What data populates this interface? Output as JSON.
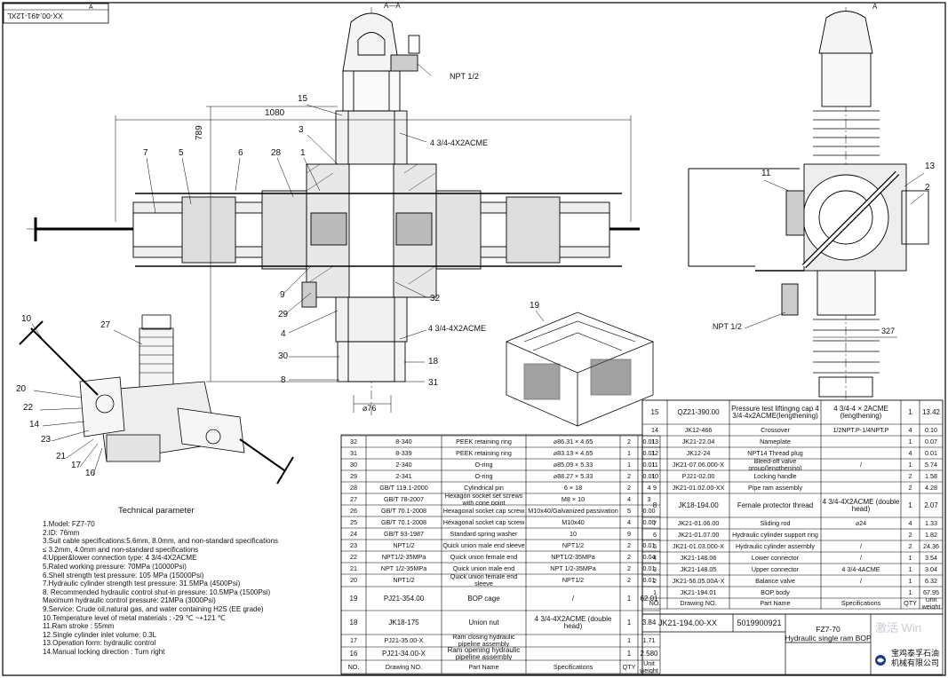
{
  "frame": {
    "corner_label": "XX-00.491-12XL",
    "corner_letter": "A"
  },
  "section_label": "A—A",
  "section_label_side": "A",
  "dimensions": {
    "width": "1080",
    "height": "789",
    "bore": "⌀76",
    "side_width": "327"
  },
  "callouts": {
    "npt_top": "NPT 1/2",
    "acme_top": "4 3/4-4X2ACME",
    "acme_bottom": "4 3/4-4X2ACME",
    "npt_side": "NPT 1/2",
    "balloons_left": [
      "15",
      "3",
      "28",
      "1",
      "7",
      "5",
      "6",
      "9",
      "29",
      "4",
      "30",
      "8",
      "32",
      "18",
      "31"
    ],
    "balloons_right": [
      "11",
      "13",
      "2"
    ],
    "balloon_cage": "19",
    "balloons_iso": [
      "10",
      "27",
      "20",
      "22",
      "14",
      "23",
      "21",
      "17",
      "16"
    ]
  },
  "technical": {
    "title": "Technical parameter",
    "lines": [
      "1.Model: FZ7-70",
      "2.ID: 76mm",
      "3.Suit cable specifications:5.6mm, 8.0mm, and non-standard specifications",
      "                         ≤ 3.2mm, 4.0mm and non-standard specifications",
      "4.Upper&lower connection type: 4 3/4-4X2ACME",
      "5.Rated working pressure: 70MPa (10000Psi)",
      "6.Shell strength test pressure: 105 MPa (15000Psi)",
      "7.Hydraulic cylinder strength test pressure: 31.5MPa (4500Psi)",
      "8. Recommended hydraulic control shut-in pressure: 10.5MPa (1500Psi)",
      "    Maximum hydraulic control pressure: 21MPa (3000Psi)",
      "9.Service: Crude oil,natural gas, and water containing H2S (EE grade)",
      "10.Temperature level of metal materials : -29 ℃ ~+121 ℃",
      "11.Ram stroke : 55mm",
      "12.Single cylinder inlet volume: 0.3L",
      "13.Operation form: hydraulic control",
      "14.Manual locking direction : Turn right"
    ]
  },
  "bom_left": {
    "header": [
      "NO.",
      "Drawing NO.",
      "Part Name",
      "Specifications",
      "QTY",
      "Unit weight"
    ],
    "rows": [
      [
        "32",
        "8-340",
        "PEEK retaining ring",
        "⌀86.31 × 4.65",
        "2",
        "0.01"
      ],
      [
        "31",
        "8-339",
        "PEEK retaining ring",
        "⌀83.13 × 4.65",
        "1",
        "0.01"
      ],
      [
        "30",
        "2-340",
        "O-ring",
        "⌀85.09 × 5.33",
        "1",
        "0.01"
      ],
      [
        "29",
        "2-341",
        "O-ring",
        "⌀88.27 × 5.33",
        "2",
        "0.01"
      ],
      [
        "28",
        "GB/T 119.1-2000",
        "Cylindrical pin",
        "6 × 18",
        "2",
        "4"
      ],
      [
        "27",
        "GB/T 78-2007",
        "Hexagon socket set screws with cone point",
        "M8 × 10",
        "4",
        "3"
      ],
      [
        "26",
        "GB/T 70.1-2008",
        "Hexagonal socket cap screw",
        "M10x40/Galvanized passivation",
        "5",
        "0.00"
      ],
      [
        "25",
        "GB/T 70.1-2008",
        "Hexagonal socket cap screw",
        "M10x40",
        "4",
        "0.00"
      ],
      [
        "24",
        "GB/T 93-1987",
        "Standard spring washer",
        "10",
        "9",
        ""
      ],
      [
        "23",
        "NPT1/2",
        "Quick union male end sleeve",
        "NPT1/2",
        "2",
        "0.01"
      ],
      [
        "22",
        "NPT1/2-35MPa",
        "Quick union female end",
        "NPT1/2-35MPa",
        "2",
        "0.04"
      ],
      [
        "21",
        "NPT 1/2-35MPa",
        "Quick union male end",
        "NPT 1/2-35MPa",
        "2",
        "0.01"
      ],
      [
        "20",
        "NPT1/2",
        "Quick union female end sleeve",
        "NPT1/2",
        "2",
        "0.01"
      ],
      [
        "19",
        "PJ21-354.00",
        "BOP cage",
        "/",
        "1",
        "62.01"
      ],
      [
        "18",
        "JK18-175",
        "Union nut",
        "4 3/4-4X2ACME (double head)",
        "1",
        "3.84"
      ],
      [
        "17",
        "PJ21-35.00-X",
        "Ram closing hydraulic pipeline assembly",
        "",
        "1",
        "1.71"
      ],
      [
        "16",
        "PJ21-34.00-X",
        "Ram opening hydraulic pipeline assembly",
        "",
        "1",
        "2.580"
      ]
    ]
  },
  "bom_right": {
    "header": [
      "NO.",
      "Drawing NO.",
      "Part Name",
      "Specifications",
      "QTY",
      "Unit weight"
    ],
    "rows": [
      [
        "15",
        "QZ21-390.00",
        "Pressure test liftingng cap 4 3/4-4x2ACME(lengthening)",
        "4 3/4-4 × 2ACME (lengthening)",
        "1",
        "13.42"
      ],
      [
        "14",
        "JK12-466",
        "Crossover",
        "1/2NPT.P-1/4NPT.P",
        "4",
        "0.10"
      ],
      [
        "13",
        "JK21-22.04",
        "Nameplate",
        "",
        "1",
        "0.07"
      ],
      [
        "12",
        "JK12-24",
        "NPT14 Thread plug",
        "",
        "4",
        "0.01"
      ],
      [
        "11",
        "JK21-07.06.000-X",
        "Bleed-off valve group(lengthening)",
        "/",
        "1",
        "5.74"
      ],
      [
        "10",
        "PJ21-02.00",
        "Locking handle",
        "",
        "2",
        "1.58"
      ],
      [
        "9",
        "JK21-01.02.00-XX",
        "Pipe ram assembly",
        "",
        "2",
        "4.28"
      ],
      [
        "8",
        "JK18-194.00",
        "Female protector thread",
        "4 3/4-4X2ACME (double head)",
        "1",
        "2.07"
      ],
      [
        "7",
        "JK21-01.06.00",
        "Sliding rod",
        "⌀24",
        "4",
        "1.33"
      ],
      [
        "6",
        "JK21-01.07.00",
        "Hydraulic cylinder support ring",
        "",
        "2",
        "1.82"
      ],
      [
        "5",
        "JK21-01.03.000-X",
        "Hydraulic cylinder assembly",
        "/",
        "2",
        "24.36"
      ],
      [
        "4",
        "JK21-148.06",
        "Lower connector",
        "/",
        "1",
        "3.54"
      ],
      [
        "3",
        "JK21-148.05",
        "Upper connector",
        "4 3/4-4ACME",
        "1",
        "3.04"
      ],
      [
        "2",
        "JK21-56.05.00A-X",
        "Balance valve",
        "/",
        "1",
        "6.32"
      ],
      [
        "1",
        "JK21-194.01",
        "BOP body",
        "",
        "1",
        "67.95"
      ]
    ]
  },
  "title_block": {
    "drawing_no": "JK21-194.00-XX",
    "code": "5019900921",
    "model": "FZ7-70",
    "name": "Hydraulic single ram BOP",
    "company": "宝鸡泰孚石油 机械有限公司",
    "watermark": "激活 Win"
  }
}
